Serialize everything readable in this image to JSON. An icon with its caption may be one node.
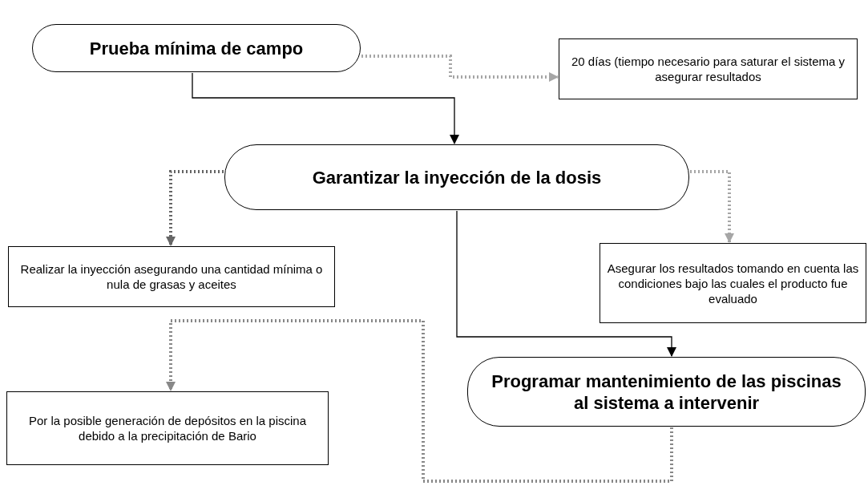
{
  "diagram": {
    "nodes": [
      {
        "text": [
          "Prueba mínima de campo"
        ]
      },
      {
        "text": [
          "20 días (tiempo necesario para saturar el sistema y asegurar resultados"
        ]
      },
      {
        "text": [
          "Garantizar la inyección de la dosis"
        ]
      },
      {
        "text": [
          "Realizar la inyección asegurando una cantidad mínima o nula de grasas y aceites"
        ]
      },
      {
        "text": [
          "Asegurar los resultados tomando en cuenta las condiciones bajo las cuales el producto fue evaluado"
        ]
      },
      {
        "text": [
          "Programar mantenimiento de las piscinas al sistema a intervenir"
        ]
      },
      {
        "text": [
          "Por la posible generación de depósitos en la piscina debido a la precipitación de Bario"
        ]
      }
    ],
    "edges": [
      {
        "from": 0,
        "to": 1,
        "arrow": "to",
        "style": "dashed",
        "color": "#a6a6a6"
      },
      {
        "from": 0,
        "to": 2,
        "arrow": "to",
        "color": "#000000"
      },
      {
        "from": 2,
        "to": 3,
        "arrow": "to",
        "style": "dashed",
        "color": "#666666"
      },
      {
        "from": 2,
        "to": 4,
        "arrow": "to",
        "style": "dashed",
        "color": "#a6a6a6"
      },
      {
        "from": 2,
        "to": 5,
        "arrow": "to",
        "color": "#000000"
      },
      {
        "from": 5,
        "to": 6,
        "arrow": "to",
        "style": "dashed",
        "color": "#888888"
      }
    ]
  }
}
